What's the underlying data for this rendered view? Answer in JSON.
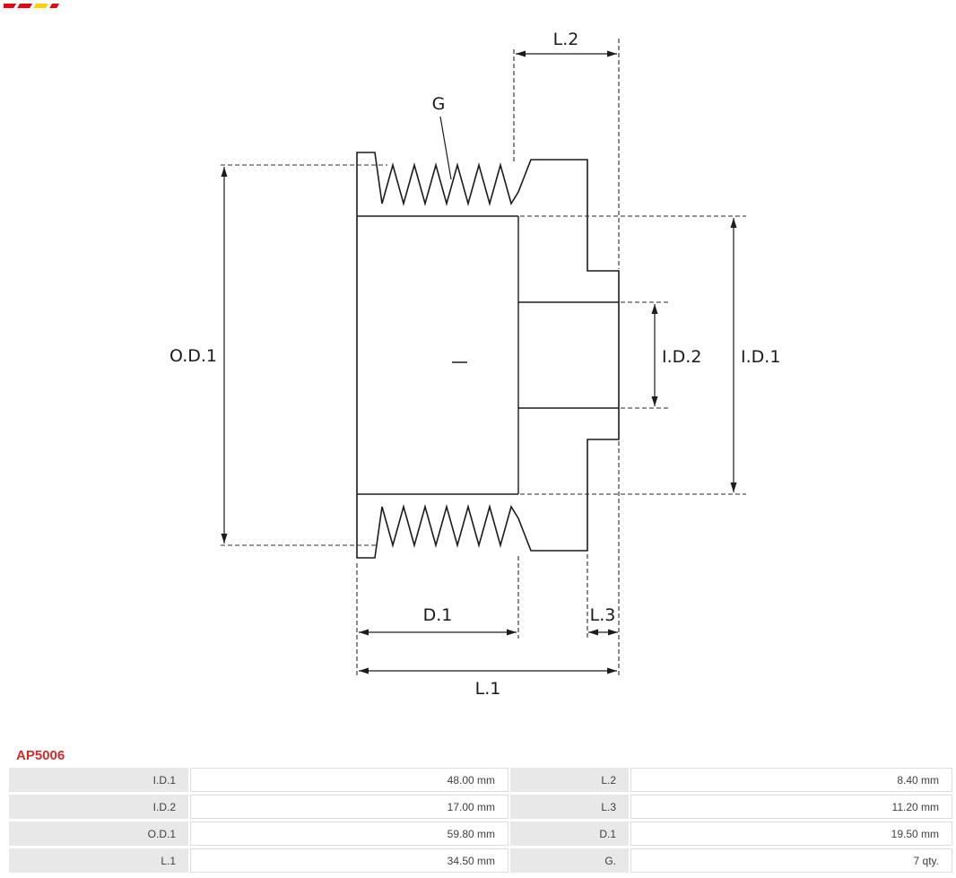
{
  "colors": {
    "accent_red": "#cf2b2b",
    "logo_red": "#e30613",
    "logo_yellow": "#ffd200",
    "line_color": "#1c1c1c",
    "table_label_bg": "#e8e8e8"
  },
  "product": {
    "code": "AP5006"
  },
  "drawing": {
    "labels": {
      "od1": "O.D.1",
      "id1": "I.D.1",
      "id2": "I.D.2",
      "d1": "D.1",
      "l1": "L.1",
      "l2": "L.2",
      "l3": "L.3",
      "g": "G"
    }
  },
  "spec_table": {
    "rows": [
      {
        "label1": "I.D.1",
        "value1": "48.00 mm",
        "label2": "L.2",
        "value2": "8.40 mm"
      },
      {
        "label1": "I.D.2",
        "value1": "17.00 mm",
        "label2": "L.3",
        "value2": "11.20 mm"
      },
      {
        "label1": "O.D.1",
        "value1": "59.80 mm",
        "label2": "D.1",
        "value2": "19.50 mm"
      },
      {
        "label1": "L.1",
        "value1": "34.50 mm",
        "label2": "G.",
        "value2": "7 qty."
      }
    ]
  }
}
